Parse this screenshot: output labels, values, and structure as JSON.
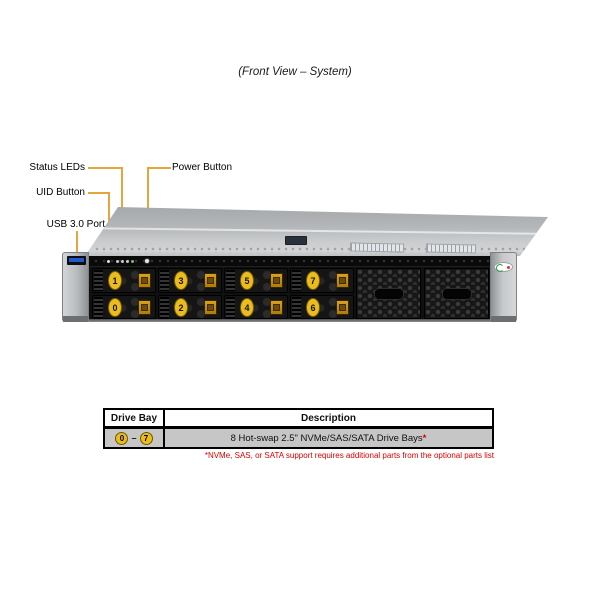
{
  "caption": "(Front View – System)",
  "callouts": {
    "status_leds": "Status LEDs",
    "uid_button": "UID Button",
    "usb_port": "USB 3.0 Port",
    "power_button": "Power Button"
  },
  "server": {
    "drive_bays": {
      "rows": [
        [
          1,
          3,
          5,
          7
        ],
        [
          0,
          2,
          4,
          6
        ]
      ]
    }
  },
  "table": {
    "headers": [
      "Drive Bay",
      "Description"
    ],
    "row": {
      "bay_start": "0",
      "bay_end": "7",
      "separator": "–",
      "description": "8 Hot-swap 2.5\" NVMe/SAS/SATA Drive Bays",
      "asterisk": "*"
    },
    "footnote": "*NVMe, SAS, or SATA support requires additional parts from the optional parts list"
  },
  "colors": {
    "callout_line": "#E3A53C",
    "badge_yellow": "#ECBC1F",
    "latch_orange": "#C9880F",
    "footnote_red": "#D80000",
    "table_row_bg": "#C6C6C6"
  }
}
